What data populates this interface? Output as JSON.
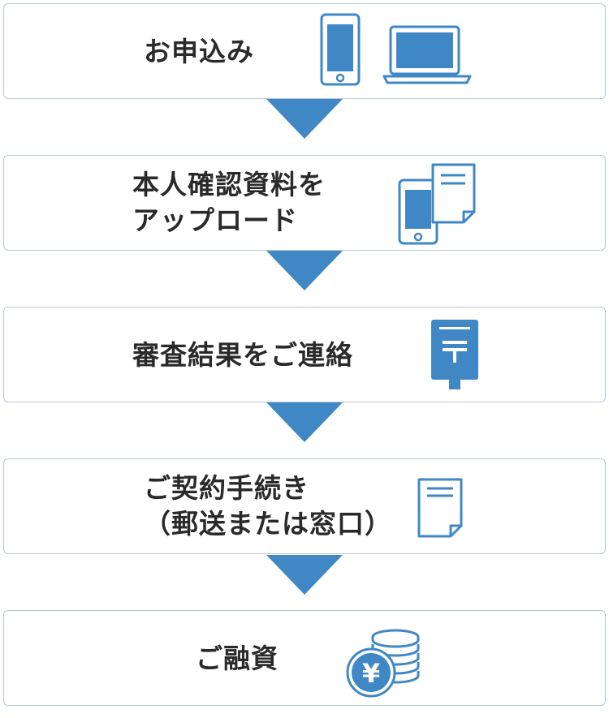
{
  "steps": [
    {
      "lines": [
        "お申込み"
      ],
      "icon": "smartphone-laptop-icon"
    },
    {
      "lines": [
        "本人確認資料を",
        "アップロード"
      ],
      "icon": "phone-document-icon"
    },
    {
      "lines": [
        "審査結果をご連絡"
      ],
      "icon": "postbox-icon"
    },
    {
      "lines": [
        "ご契約手続き",
        "（郵送または窓口）"
      ],
      "icon": "document-icon"
    },
    {
      "lines": [
        "ご融資"
      ],
      "icon": "yen-coins-icon"
    }
  ],
  "colors": {
    "accent": "#3f88c5",
    "border": "#b9c8d6",
    "text": "#2a2a2a"
  }
}
